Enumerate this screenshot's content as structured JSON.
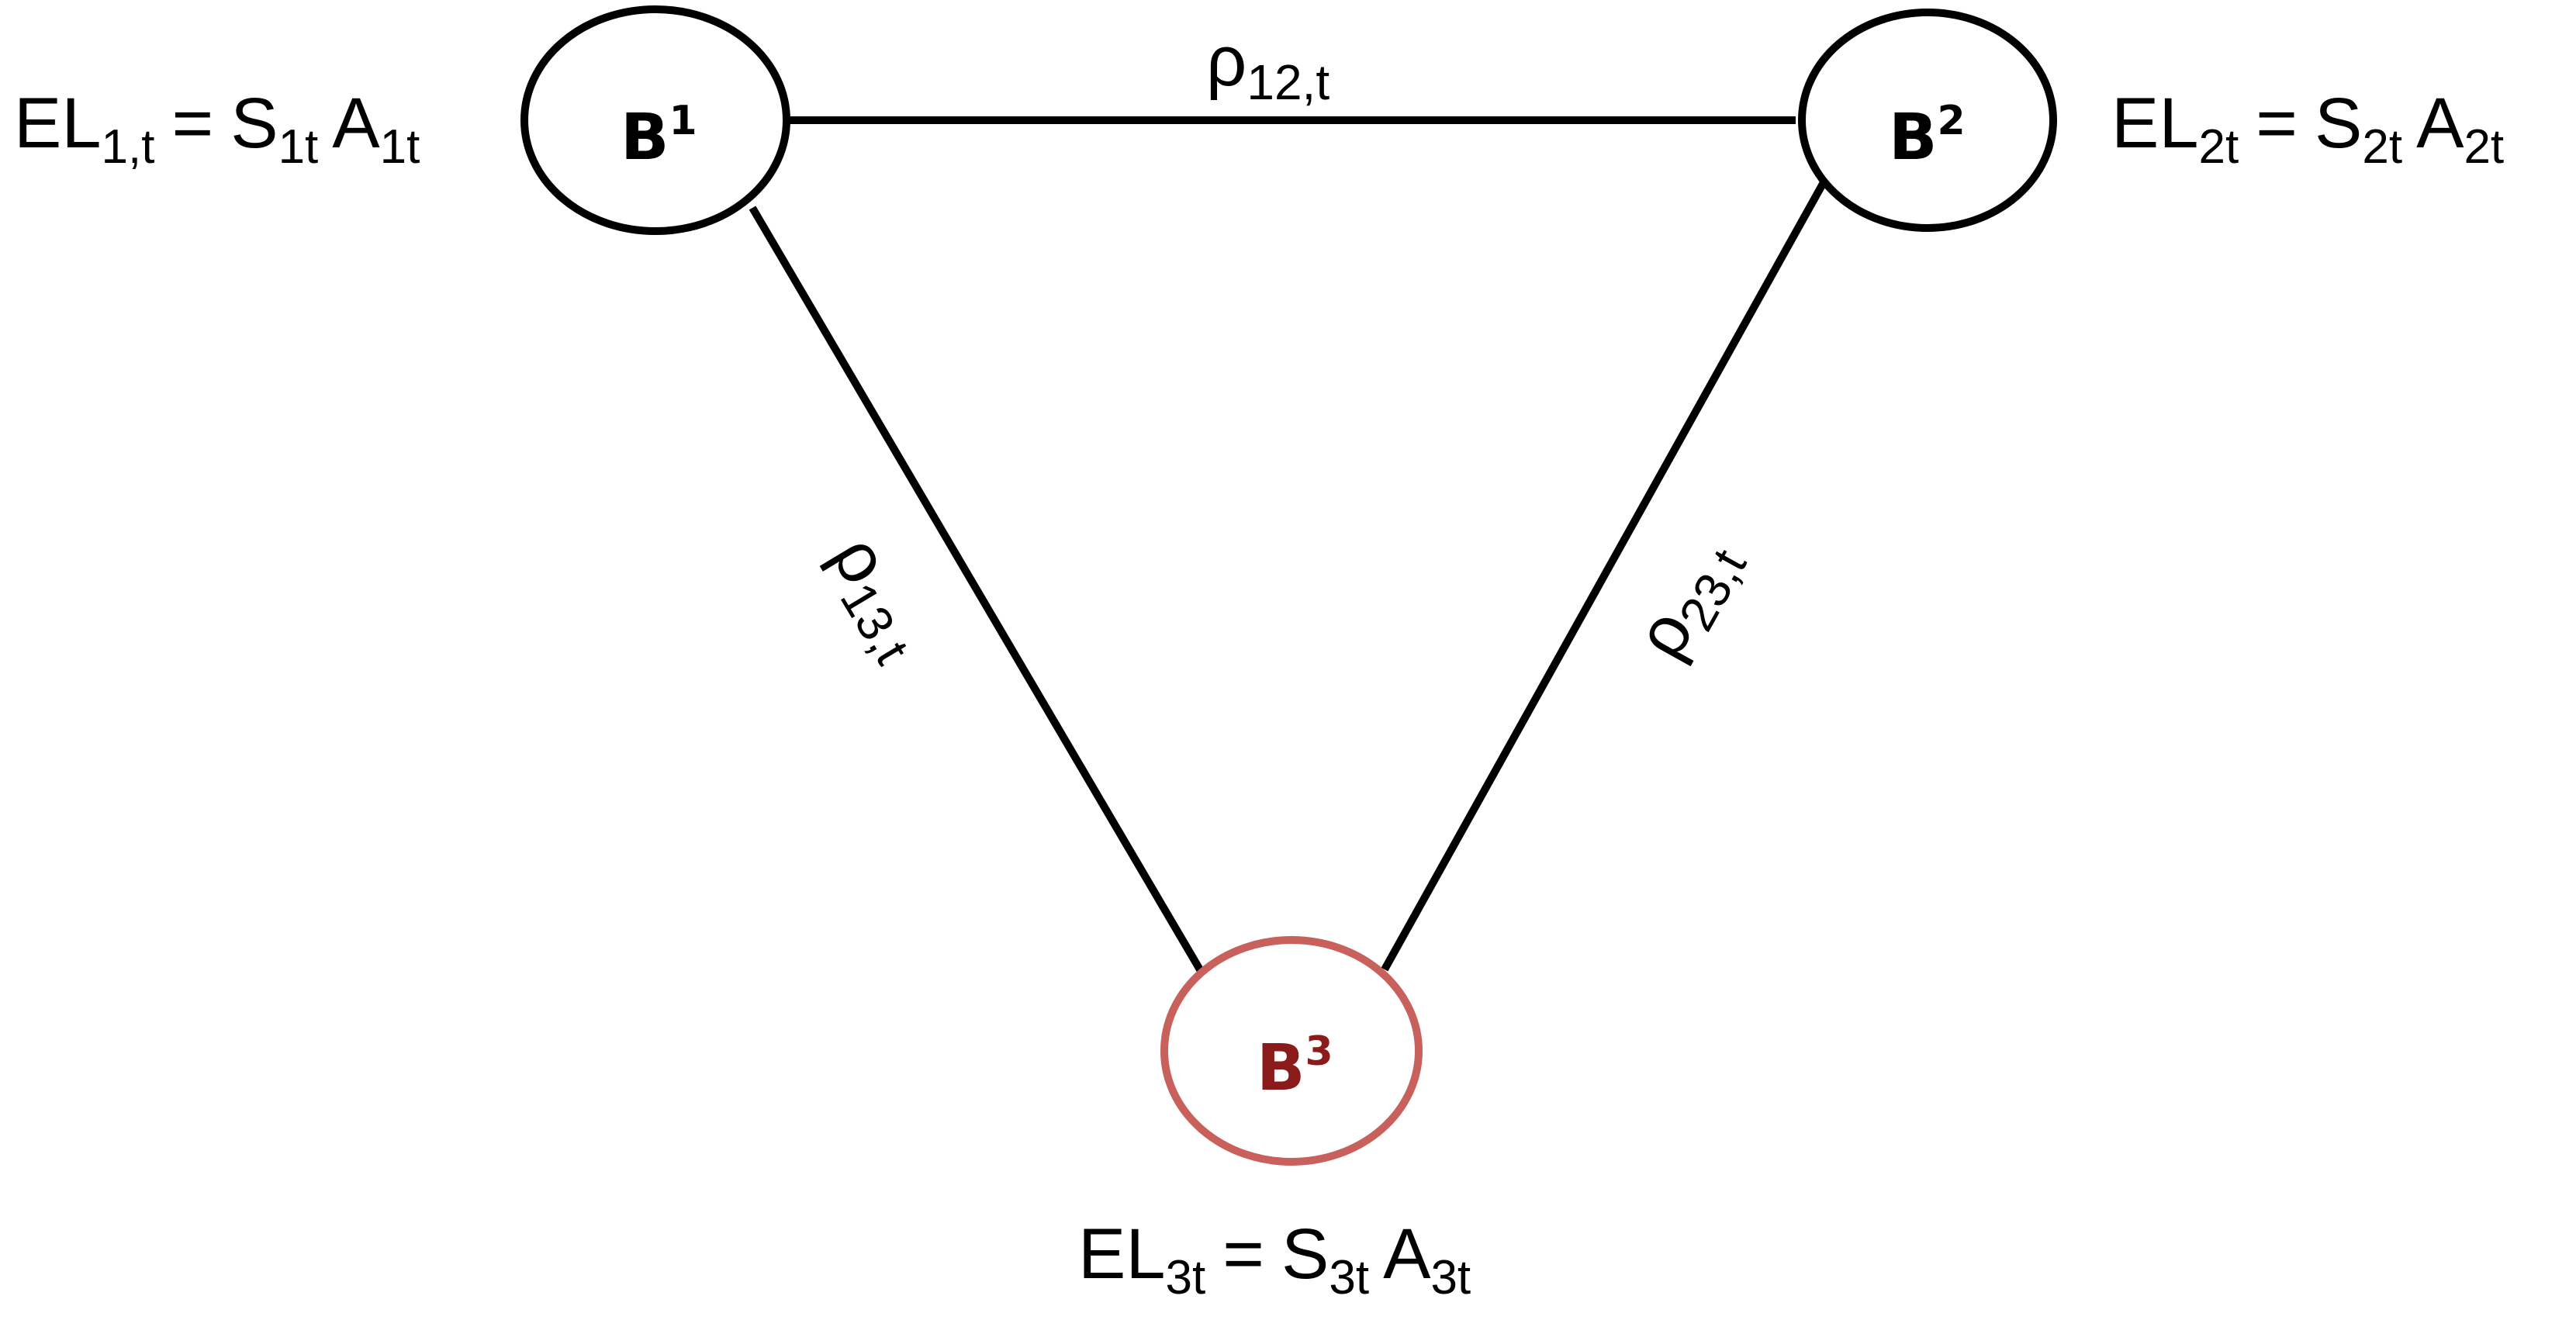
{
  "colors": {
    "stroke": "#000000",
    "highlight_stroke": "#c8605c",
    "highlight_text": "#8b1a1a"
  },
  "nodes": [
    {
      "id": "b1",
      "base": "B",
      "sup": "1"
    },
    {
      "id": "b2",
      "base": "B",
      "sup": "2"
    },
    {
      "id": "b3",
      "base": "B",
      "sup": "3"
    }
  ],
  "edges": [
    {
      "id": "e12",
      "rho": "ρ",
      "sub": "12,t"
    },
    {
      "id": "e13",
      "rho": "ρ",
      "sub": "13,t"
    },
    {
      "id": "e23",
      "rho": "ρ",
      "sub": "23,t"
    }
  ],
  "formulas": [
    {
      "id": "f1",
      "lhs": "EL",
      "lhs_sub": "1,t",
      "eq": "=",
      "s": "S",
      "s_sub": "1t",
      "a": "A",
      "a_sub": "1t"
    },
    {
      "id": "f2",
      "lhs": "EL",
      "lhs_sub": "2t",
      "eq": "=",
      "s": "S",
      "s_sub": "2t",
      "a": "A",
      "a_sub": "2t"
    },
    {
      "id": "f3",
      "lhs": "EL",
      "lhs_sub": "3t",
      "eq": "=",
      "s": "S",
      "s_sub": "3t",
      "a": "A",
      "a_sub": "3t"
    }
  ]
}
